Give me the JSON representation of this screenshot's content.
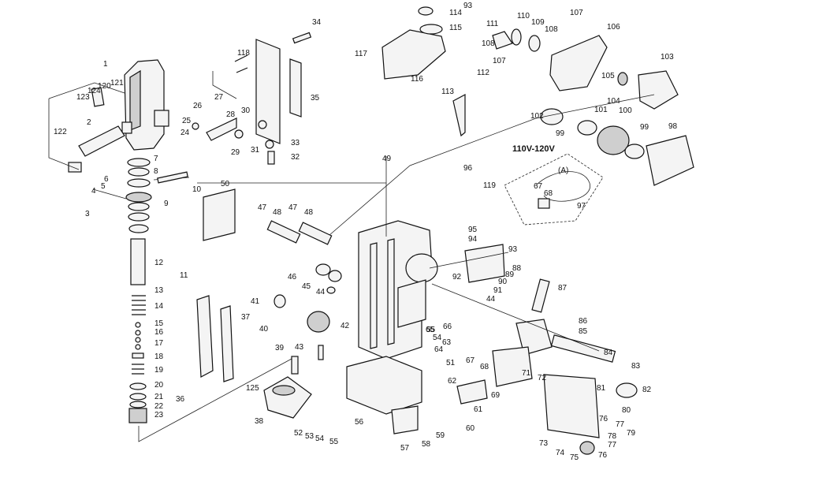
{
  "voltage_label": "110V-120V",
  "detail_label": "(A)",
  "callouts": [
    "1",
    "2",
    "3",
    "4",
    "5",
    "6",
    "7",
    "8",
    "9",
    "10",
    "11",
    "12",
    "13",
    "14",
    "15",
    "16",
    "17",
    "18",
    "19",
    "20",
    "21",
    "22",
    "23",
    "24",
    "25",
    "26",
    "27",
    "28",
    "29",
    "30",
    "31",
    "32",
    "33",
    "34",
    "35",
    "36",
    "37",
    "38",
    "39",
    "40",
    "41",
    "42",
    "43",
    "44",
    "45",
    "46",
    "47",
    "48",
    "49",
    "50",
    "51",
    "52",
    "53",
    "54",
    "55",
    "56",
    "57",
    "58",
    "59",
    "60",
    "61",
    "62",
    "63",
    "64",
    "65",
    "66",
    "67",
    "68",
    "69",
    "71",
    "72",
    "73",
    "74",
    "75",
    "76",
    "77",
    "78",
    "79",
    "80",
    "81",
    "82",
    "83",
    "84",
    "85",
    "86",
    "87",
    "88",
    "89",
    "90",
    "91",
    "92",
    "93",
    "94",
    "95",
    "96",
    "97",
    "98",
    "99",
    "100",
    "101",
    "102",
    "103",
    "104",
    "105",
    "106",
    "107",
    "108",
    "109",
    "110",
    "111",
    "112",
    "113",
    "114",
    "115",
    "116",
    "117",
    "118",
    "119",
    "120",
    "121",
    "122",
    "123",
    "124",
    "125"
  ]
}
